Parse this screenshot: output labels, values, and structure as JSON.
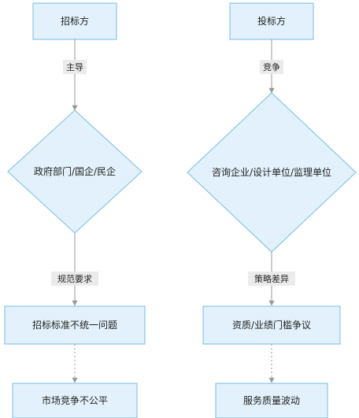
{
  "colors": {
    "node_fill": "#e2f1fb",
    "node_stroke": "#76bde5",
    "edge": "#999999",
    "label_bg": "#e9e9e9"
  },
  "left_flow": {
    "top_node": "招标方",
    "edge1_label": "主导",
    "decision": "政府部门/国企/民企",
    "edge2_label": "规范要求",
    "issue_node": "招标标准不统一问题",
    "result_node": "市场竞争不公平"
  },
  "right_flow": {
    "top_node": "投标方",
    "edge1_label": "竞争",
    "decision": "咨询企业/设计单位/监理单位",
    "edge2_label": "策略差异",
    "issue_node": "资质/业绩门槛争议",
    "result_node": "服务质量波动"
  }
}
